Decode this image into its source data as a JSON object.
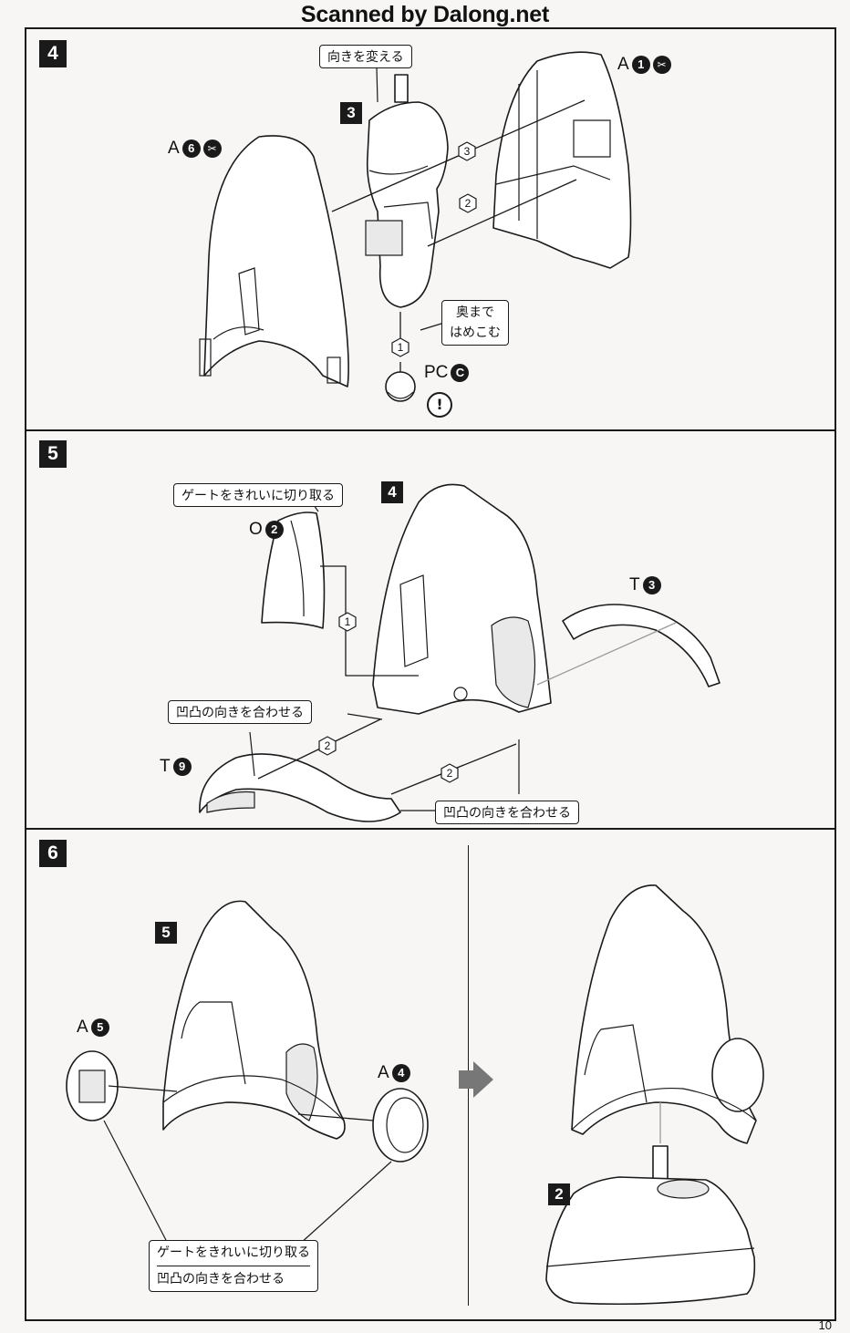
{
  "header": {
    "title": "Scanned by Dalong.net"
  },
  "page_number": "10",
  "steps": {
    "s4": {
      "number": "4",
      "notes": {
        "turn": "向きを変える",
        "press_fit_line1": "奥まで",
        "press_fit_line2": "はめこむ"
      },
      "parts": {
        "a1": {
          "runner": "A",
          "num": "1"
        },
        "a6": {
          "runner": "A",
          "num": "6"
        },
        "pc": {
          "runner": "PC",
          "num": "C"
        }
      },
      "sub_ref": "3",
      "seq": [
        "1",
        "2",
        "3"
      ],
      "warning": "!"
    },
    "s5": {
      "number": "5",
      "notes": {
        "gate": "ゲートをきれいに切り取る",
        "align1": "凹凸の向きを合わせる",
        "align2": "凹凸の向きを合わせる"
      },
      "parts": {
        "o2": {
          "runner": "O",
          "num": "2"
        },
        "t3": {
          "runner": "T",
          "num": "3"
        },
        "t9": {
          "runner": "T",
          "num": "9"
        }
      },
      "sub_ref": "4",
      "seq": [
        "1",
        "2",
        "2"
      ]
    },
    "s6": {
      "number": "6",
      "notes": {
        "gate": "ゲートをきれいに切り取る",
        "align": "凹凸の向きを合わせる"
      },
      "parts": {
        "a5": {
          "runner": "A",
          "num": "5"
        },
        "a4": {
          "runner": "A",
          "num": "4"
        }
      },
      "sub_ref_left": "5",
      "sub_ref_right": "2"
    }
  },
  "icons": {
    "tool": "nipper-icon",
    "warning": "caution-icon",
    "next": "arrow-right-icon"
  }
}
